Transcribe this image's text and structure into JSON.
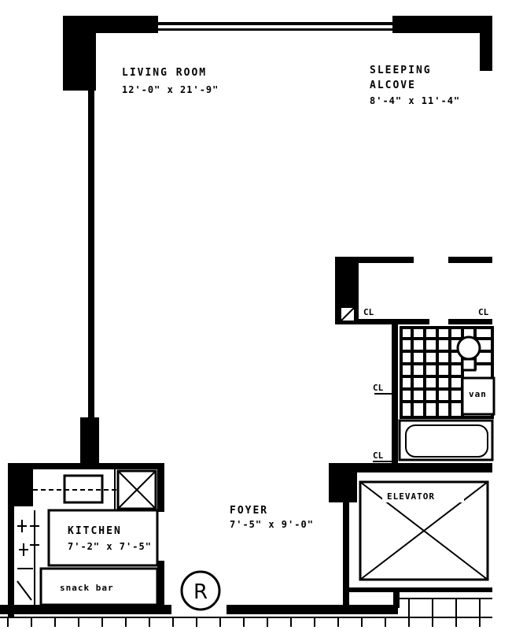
{
  "rooms": {
    "living": {
      "name": "LIVING ROOM",
      "dims": "12'-0\" x 21'-9\""
    },
    "sleeping": {
      "name_line1": "SLEEPING",
      "name_line2": "ALCOVE",
      "dims": "8'-4\" x 11'-4\""
    },
    "kitchen": {
      "name": "KITCHEN",
      "dims": "7'-2\" x 7'-5\""
    },
    "foyer": {
      "name": "FOYER",
      "dims": "7'-5\" x 9'-0\""
    },
    "snack_bar": {
      "name": "snack bar"
    },
    "elevator": {
      "name": "ELEVATOR"
    },
    "vanity": {
      "name": "van"
    }
  },
  "closets": {
    "label": "CL"
  },
  "registered_mark": "R",
  "colors": {
    "wall": "#000000",
    "background": "#ffffff"
  }
}
